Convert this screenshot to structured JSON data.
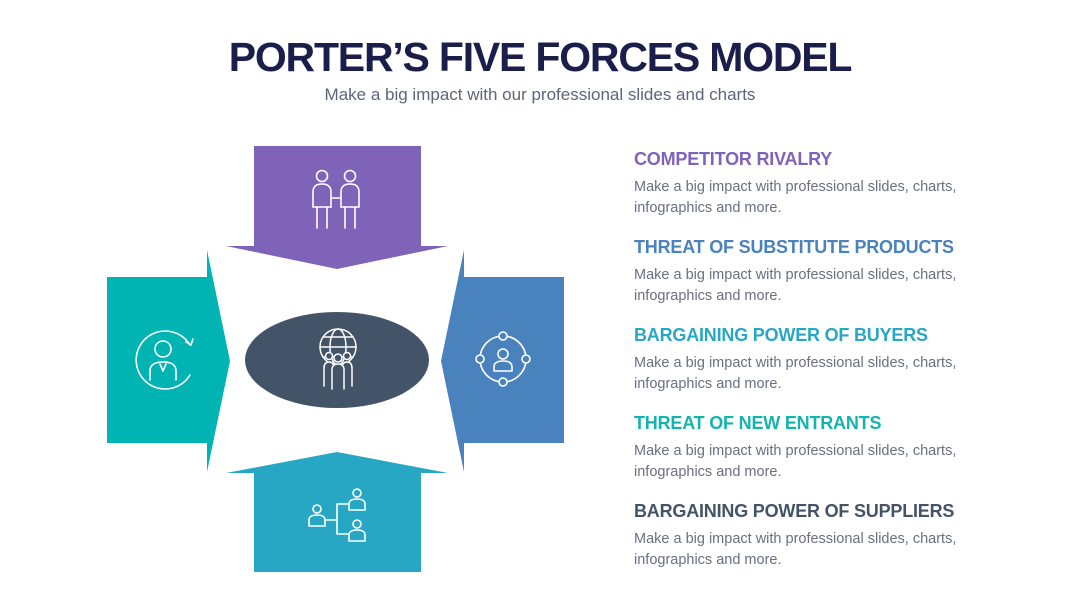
{
  "header": {
    "title": "PORTER’S FIVE FORCES MODEL",
    "subtitle": "Make a big impact with our professional slides and charts"
  },
  "colors": {
    "top_arrow": "#7e63b8",
    "left_arrow": "#00b4b4",
    "right_arrow": "#4a82be",
    "bottom_arrow": "#27a7c4",
    "center": "#445468",
    "title": "#1b1e4b"
  },
  "diagram": {
    "top_icon": "handshake-people-icon",
    "left_icon": "user-rotate-icon",
    "right_icon": "user-network-icon",
    "bottom_icon": "org-chart-icon",
    "center_icon": "global-team-icon"
  },
  "forces": [
    {
      "heading": "COMPETITOR RIVALRY",
      "color": "#7e63b8",
      "description": "Make a big impact with professional slides, charts, infographics and more."
    },
    {
      "heading": "THREAT OF SUBSTITUTE PRODUCTS",
      "color": "#4a82be",
      "description": "Make a big impact with professional slides, charts, infographics and more."
    },
    {
      "heading": "BARGAINING POWER OF BUYERS",
      "color": "#27a7c4",
      "description": "Make a big impact with professional slides, charts, infographics and more."
    },
    {
      "heading": "THREAT OF NEW ENTRANTS",
      "color": "#13b3b0",
      "description": "Make a big impact with professional slides, charts, infographics and more."
    },
    {
      "heading": "BARGAINING POWER OF SUPPLIERS",
      "color": "#445468",
      "description": "Make a big impact with professional slides, charts, infographics and more."
    }
  ]
}
